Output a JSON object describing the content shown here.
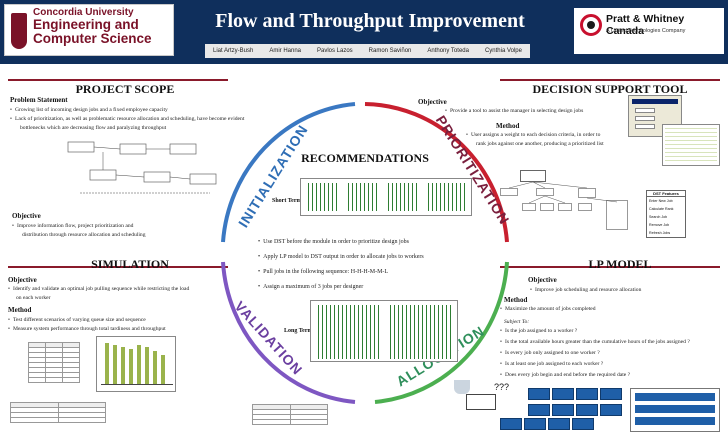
{
  "header": {
    "university": "Concordia University",
    "department": "Engineering and Computer Science",
    "title": "Flow and Throughput Improvement",
    "authors": [
      "Liat Artzy-Bush",
      "Amir Hanna",
      "Pavlos Lazos",
      "Ramon Saviñon",
      "Anthony Toteda",
      "Cynthia Volpe"
    ],
    "sponsor": "Pratt & Whitney Canada",
    "sponsor_tagline": "A United Technologies Company"
  },
  "project_scope": {
    "title": "PROJECT SCOPE",
    "problem_heading": "Problem Statement",
    "problems": [
      "Growing list of incoming design jobs and a fixed employee capacity",
      "Lack of prioritization, as well as problematic resource allocation and scheduling, have become evident",
      "bottlenecks which are decreasing flow and paralyzing throughput"
    ],
    "objective_heading": "Objective",
    "objectives": [
      "Improve information flow, project prioritization and",
      "distribution through resource allocation and scheduling"
    ]
  },
  "decision_support": {
    "title": "DECISION SUPPORT TOOL",
    "objective_heading": "Objective",
    "objective": "Provide a tool to assist the manager in selecting design jobs",
    "method_heading": "Method",
    "method": [
      "User assigns a weight to each decision criteria, in order to",
      "rank jobs against one another, producing a prioritized list"
    ],
    "dst_features_title": "DST Features",
    "dst_features": [
      "Enter New Job",
      "Calculate Rank",
      "Search Job",
      "Remove Job",
      "Refresh Jobs"
    ]
  },
  "recommendations": {
    "title": "RECOMMENDATIONS",
    "short_term_label": "Short Term",
    "long_term_label": "Long Term",
    "items": [
      "Use DST before the module in order to prioritize design jobs",
      "Apply LP model to DST output in order to allocate jobs to workers",
      "Pull jobs in the following sequence: H-H-H-M-M-L",
      "Assign a maximum of 3 jobs per designer"
    ]
  },
  "cycle": {
    "initialization": "INITIALIZATION",
    "prioritization": "PRIORITIZATION",
    "allocation": "ALLOCATION",
    "validation": "VALIDATION",
    "colors": {
      "initialization": "#2f6eb5",
      "prioritization": "#7a1f3d",
      "allocation": "#2f8f5b",
      "validation": "#6b3fa0",
      "arc_red": "#c8202f",
      "arc_green": "#4caf50",
      "arc_blue": "#3a78c2",
      "arc_purple": "#7e57c2"
    }
  },
  "simulation": {
    "title": "SIMULATION",
    "objective_heading": "Objective",
    "objective": [
      "Identify and validate an optimal job pulling sequence while restricting the load",
      "on each worker"
    ],
    "method_heading": "Method",
    "method": [
      "Test different scenarios of varying queue size and sequence",
      "Measure system performance through total tardiness and throughput"
    ]
  },
  "lp_model": {
    "title": "LP MODEL",
    "objective_heading": "Objective",
    "objective": "Improve job scheduling and resource allocation",
    "method_heading": "Method",
    "method": "Maximize the amount of jobs completed",
    "subject_to": "Subject To:",
    "constraints": [
      "Is the job assigned to a worker ?",
      "Is the total available hours greater than the cumulative hours of the jobs assigned ?",
      "Is every job only assigned to one worker ?",
      "Is at least one job assigned to each worker ?",
      "Does every job begin and end before the required date ?"
    ],
    "unknown_marker": "???"
  }
}
